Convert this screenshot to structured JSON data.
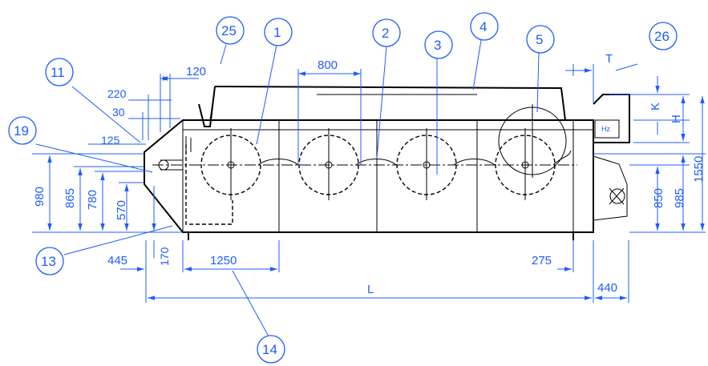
{
  "balloons": {
    "b1": "1",
    "b2": "2",
    "b3": "3",
    "b4": "4",
    "b5": "5",
    "b11": "11",
    "b13": "13",
    "b14": "14",
    "b19": "19",
    "b25": "25",
    "b26": "26"
  },
  "dimensions": {
    "d800": "800",
    "d120": "120",
    "d220": "220",
    "d30": "30",
    "d125": "125",
    "d980": "980",
    "d865": "865",
    "d780": "780",
    "d570": "570",
    "d445": "445",
    "d170": "170",
    "d1250": "1250",
    "d275": "275",
    "dL": "L",
    "d440": "440",
    "dT": "T",
    "dK": "K",
    "dH": "H",
    "d1550": "1550",
    "d850": "850",
    "d985": "985"
  },
  "labels": {
    "hz": "Hz"
  },
  "colors": {
    "annotation": "#1e5cff",
    "outline": "#000000"
  }
}
